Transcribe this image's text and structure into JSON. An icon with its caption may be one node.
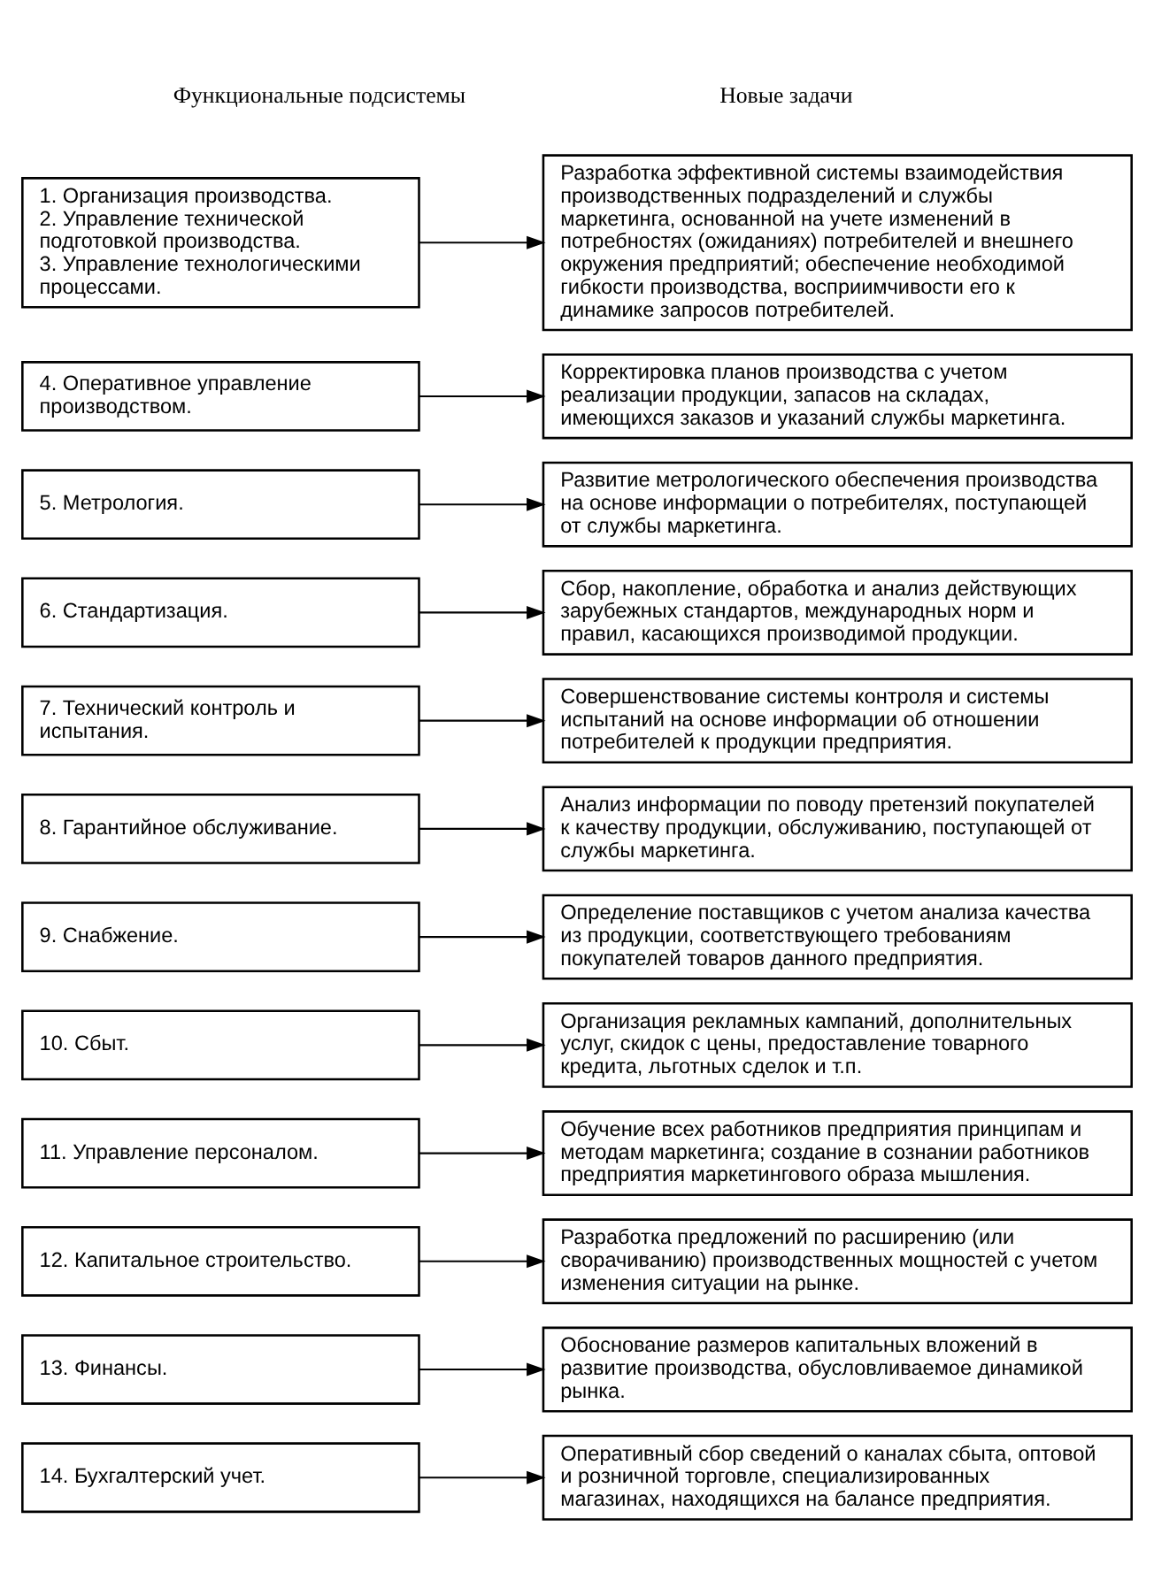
{
  "diagram": {
    "nodes": [
      {
        "text": [
          "1. Организация производства.",
          "2. Управление технической подготовкой производства.",
          "3. Управление технологическими процессами."
        ]
      },
      {
        "text": [
          "Разработка эффективной системы взаимодействия производственных подразделений и службы маркетинга, основанной на учете изменений в потребностях (ожиданиях) потребителей и внешнего окружения предприятий; обеспечение необходимой гибкости производства, восприимчивости его к динамике запросов потребителей."
        ]
      },
      {
        "text": [
          "4. Оперативное управление производством."
        ]
      },
      {
        "text": [
          "Корректировка планов производства с учетом реализации продукции, запасов на складах, имеющихся заказов и указаний службы маркетинга."
        ]
      },
      {
        "text": [
          "5. Метрология."
        ]
      },
      {
        "text": [
          "Развитие метрологического обеспечения производства на основе информации о потребителях, поступающей от службы маркетинга."
        ]
      },
      {
        "text": [
          "6. Стандартизация."
        ]
      },
      {
        "text": [
          "Сбор, накопление, обработка и анализ действующих зарубежных стандартов, международных норм и правил, касающихся производимой продукции."
        ]
      },
      {
        "text": [
          "7. Технический контроль и испытания."
        ]
      },
      {
        "text": [
          "Совершенствование системы контроля и системы испытаний на основе информации об отношении потребителей к продукции предприятия."
        ]
      },
      {
        "text": [
          "8. Гарантийное обслуживание."
        ]
      },
      {
        "text": [
          "Анализ информации по поводу претензий покупателей к качеству продукции, обслуживанию, поступающей от службы маркетинга."
        ]
      },
      {
        "text": [
          "9. Снабжение."
        ]
      },
      {
        "text": [
          "Определение поставщиков с учетом анализа качества из продукции, соответствующего требованиям покупателей товаров данного предприятия."
        ]
      },
      {
        "text": [
          "10. Сбыт."
        ]
      },
      {
        "text": [
          "Организация рекламных кампаний, дополнительных услуг, скидок с цены, предоставление товарного кредита, льготных сделок и т.п."
        ]
      },
      {
        "text": [
          "11. Управление персоналом."
        ]
      },
      {
        "text": [
          "Обучение всех работников предприятия принципам и методам маркетинга; создание в сознании работников предприятия маркетингового образа мышления."
        ]
      },
      {
        "text": [
          "12. Капитальное строительство."
        ]
      },
      {
        "text": [
          "Разработка предложений по расширению (или сворачиванию) производственных мощностей с учетом изменения ситуации на рынке."
        ]
      },
      {
        "text": [
          "13. Финансы."
        ]
      },
      {
        "text": [
          "Обоснование размеров капитальных вложений в развитие производства, обусловливаемое динамикой рынка."
        ]
      },
      {
        "text": [
          "14. Бухгалтерский учет."
        ]
      },
      {
        "text": [
          "Оперативный сбор сведений о каналах сбыта, оптовой и розничной торговле, специализированных магазинах, находящихся на балансе предприятия."
        ]
      }
    ],
    "edges": [
      {
        "from": 0,
        "to": 1,
        "arrow": "to"
      },
      {
        "from": 2,
        "to": 3,
        "arrow": "to"
      },
      {
        "from": 4,
        "to": 5,
        "arrow": "to"
      },
      {
        "from": 6,
        "to": 7,
        "arrow": "to"
      },
      {
        "from": 8,
        "to": 9,
        "arrow": "to"
      },
      {
        "from": 10,
        "to": 11,
        "arrow": "to"
      },
      {
        "from": 12,
        "to": 13,
        "arrow": "to"
      },
      {
        "from": 14,
        "to": 15,
        "arrow": "to"
      },
      {
        "from": 16,
        "to": 17,
        "arrow": "to"
      },
      {
        "from": 18,
        "to": 19,
        "arrow": "to"
      },
      {
        "from": 20,
        "to": 21,
        "arrow": "to"
      },
      {
        "from": 22,
        "to": 23,
        "arrow": "to"
      }
    ],
    "labels": [
      "Функциональные подсистемы",
      "Новые задачи"
    ]
  }
}
